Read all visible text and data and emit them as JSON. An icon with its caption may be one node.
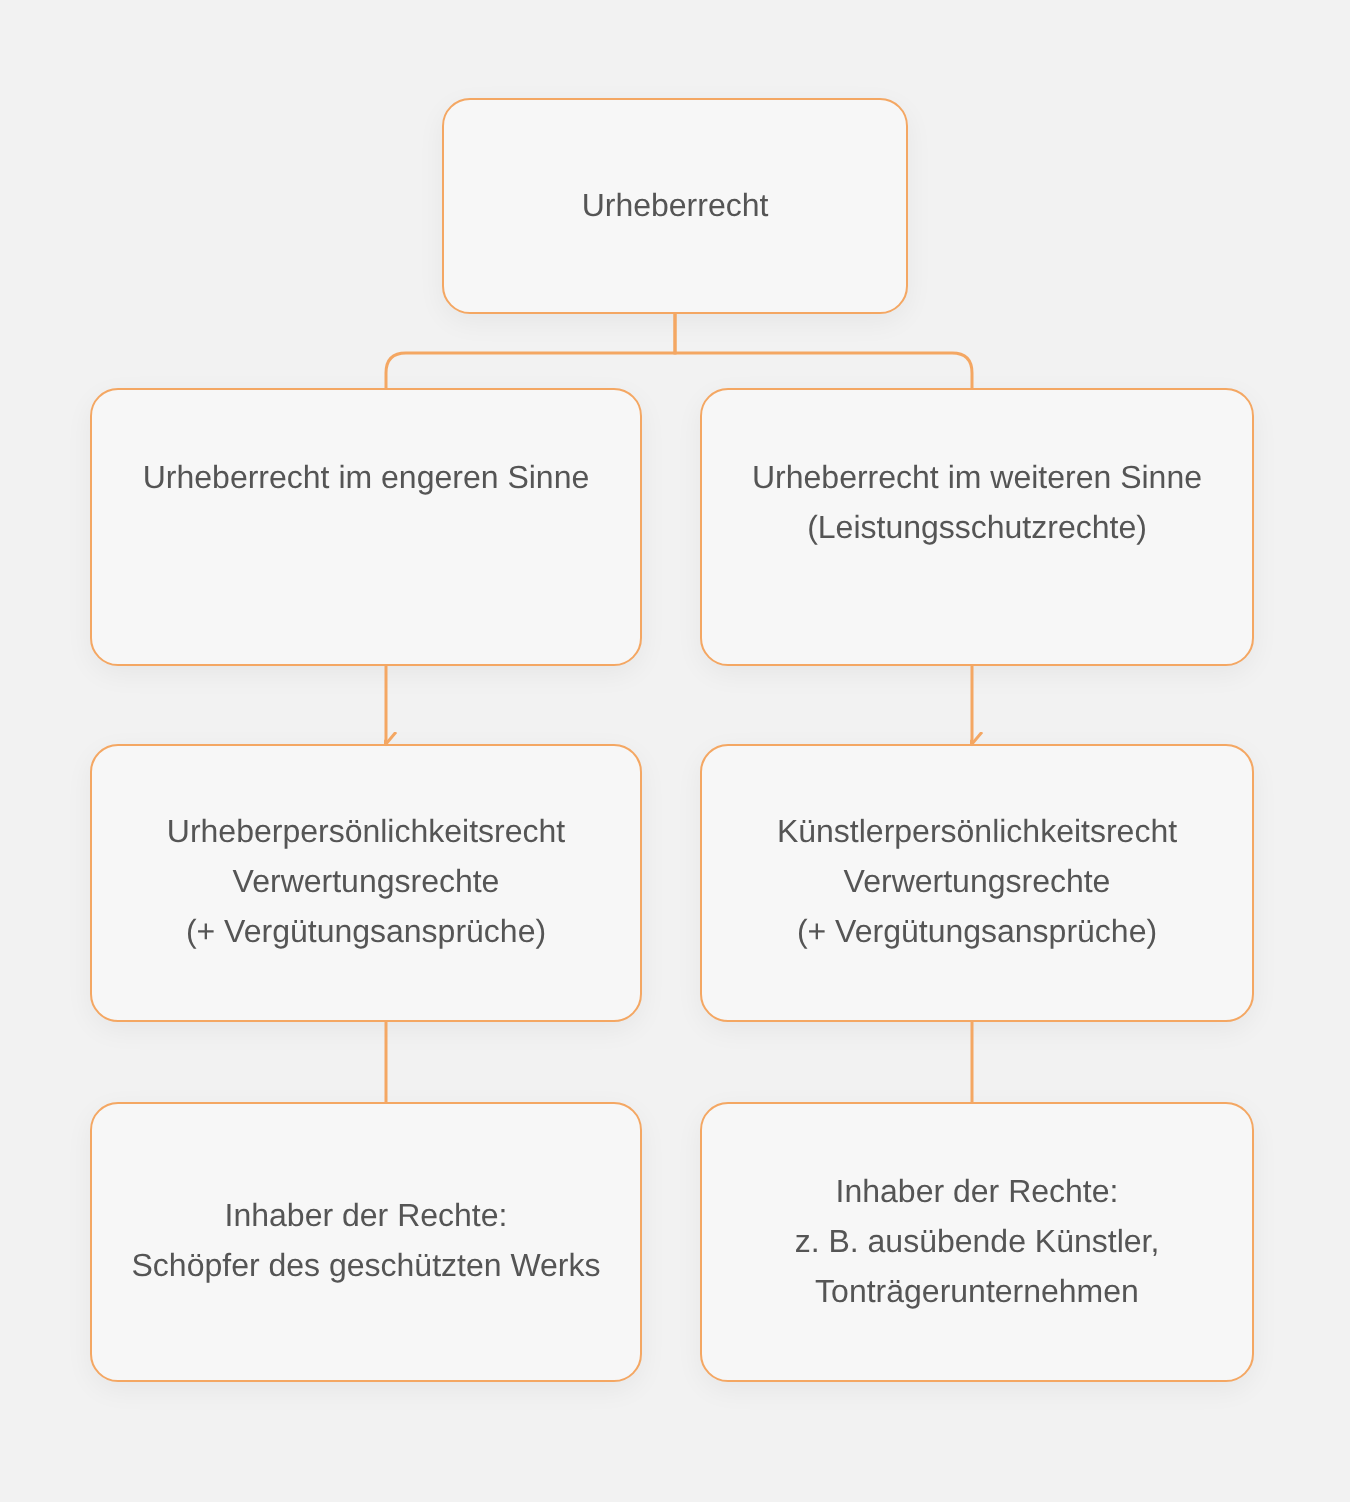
{
  "diagram": {
    "nodes": [
      {
        "text": [
          "Urheberrecht"
        ]
      },
      {
        "text": [
          "Urheberrecht im engeren Sinne"
        ]
      },
      {
        "text": [
          "Urheberrecht im weiteren Sinne (Leistungsschutzrechte)"
        ]
      },
      {
        "text": [
          "Urheberpersönlichkeitsrecht",
          "Verwertungsrechte",
          "(+ Vergütungsansprüche)"
        ]
      },
      {
        "text": [
          "Künstlerpersönlichkeitsrecht",
          "Verwertungsrechte",
          "(+ Vergütungsansprüche)"
        ]
      },
      {
        "text": [
          "Inhaber der Rechte:",
          "Schöpfer des geschützten Werks"
        ]
      },
      {
        "text": [
          "Inhaber der Rechte:",
          "z. B. ausübende Künstler, Tonträgerunternehmen"
        ]
      }
    ],
    "edges": [
      {
        "from": 0,
        "to": 1,
        "arrow": "none"
      },
      {
        "from": 0,
        "to": 2,
        "arrow": "none"
      },
      {
        "from": 1,
        "to": 3,
        "arrow": "to"
      },
      {
        "from": 2,
        "to": 4,
        "arrow": "to"
      },
      {
        "from": 3,
        "to": 5,
        "arrow": "none"
      },
      {
        "from": 4,
        "to": 6,
        "arrow": "none"
      }
    ]
  }
}
